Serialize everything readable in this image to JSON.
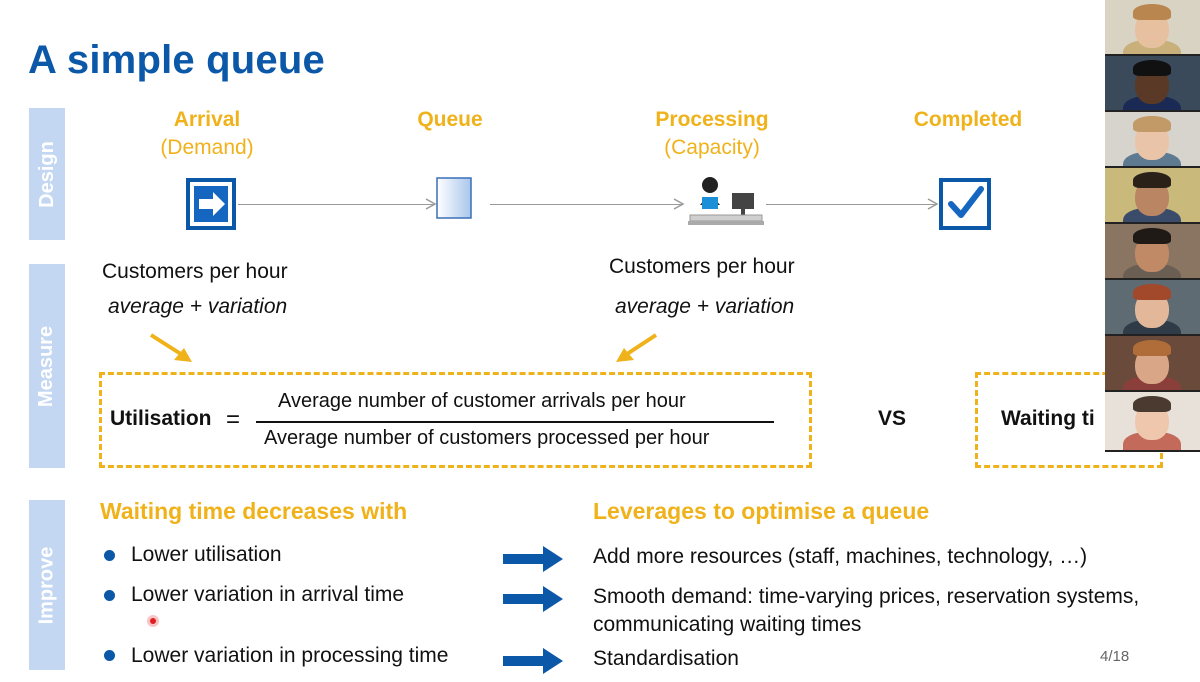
{
  "slide": {
    "title": "A simple queue",
    "page_number": "4/18",
    "sections": {
      "design": "Design",
      "measure": "Measure",
      "improve": "Improve"
    }
  },
  "design": {
    "stages": [
      {
        "label": "Arrival",
        "sub": "(Demand)",
        "icon": "arrow-right-icon"
      },
      {
        "label": "Queue",
        "sub": "",
        "icon": "queue-box-icon"
      },
      {
        "label": "Processing",
        "sub": "(Capacity)",
        "icon": "desk-worker-icon"
      },
      {
        "label": "Completed",
        "sub": "",
        "icon": "checkmark-icon"
      }
    ]
  },
  "measure": {
    "left_rate": "Customers per hour",
    "left_var": "average + variation",
    "right_rate": "Customers per hour",
    "right_var": "average + variation",
    "formula_label": "Utilisation",
    "equals": "=",
    "numerator": "Average number of customer arrivals per hour",
    "denominator": "Average number of customers processed per hour",
    "vs": "VS",
    "waiting": "Waiting ti"
  },
  "improve": {
    "left_heading": "Waiting time decreases with",
    "right_heading": "Leverages to optimise a queue",
    "bullets": [
      "Lower utilisation",
      "Lower variation in arrival time",
      "Lower variation in processing time"
    ],
    "levers": [
      "Add more resources (staff, machines, technology, …)",
      "Smooth demand: time-varying prices, reservation systems,",
      "communicating waiting times",
      "Standardisation"
    ]
  },
  "colors": {
    "title_blue": "#0b57a8",
    "accent_yellow": "#f0b21a",
    "side_band": "#c3d7f2"
  },
  "participants": [
    "participant-1",
    "participant-2",
    "participant-3",
    "participant-4",
    "participant-5",
    "participant-6",
    "participant-7",
    "participant-8"
  ]
}
